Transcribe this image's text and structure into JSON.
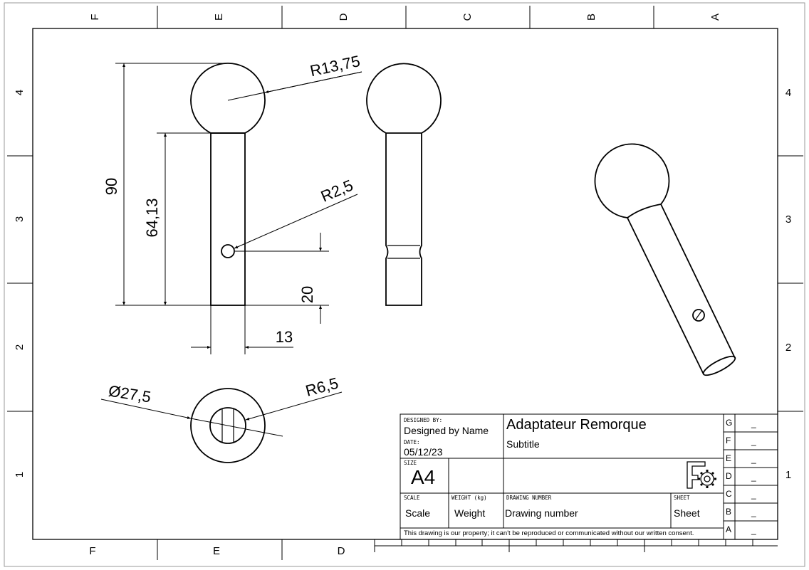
{
  "drawing": {
    "zone_columns": [
      "F",
      "E",
      "D",
      "C",
      "B",
      "A"
    ],
    "zone_columns_bottom": [
      "F",
      "E",
      "D"
    ],
    "zone_rows": [
      "4",
      "3",
      "2",
      "1"
    ],
    "dimensions": {
      "radius_ball": "R13,75",
      "radius_hole": "R2,5",
      "height_total": "90",
      "height_shaft": "64,13",
      "height_hole": "20",
      "width_shaft": "13",
      "diameter_outer": "Ø27,5",
      "radius_inner": "R6,5"
    }
  },
  "title_block": {
    "designed_by_label": "DESIGNED BY:",
    "designed_by_value": "Designed by Name",
    "date_label": "DATE:",
    "date_value": "05/12/23",
    "size_label": "SIZE",
    "size_value": "A4",
    "title": "Adaptateur Remorque",
    "subtitle": "Subtitle",
    "scale_label": "SCALE",
    "scale_value": "Scale",
    "weight_label": "WEIGHT (kg)",
    "weight_value": "Weight",
    "drawing_number_label": "DRAWING NUMBER",
    "drawing_number_value": "Drawing number",
    "sheet_label": "SHEET",
    "sheet_value": "Sheet",
    "footer": "This drawing is our property; it can't be reproduced or communicated without our written consent.",
    "revisions": [
      {
        "letter": "G",
        "value": "_"
      },
      {
        "letter": "F",
        "value": "_"
      },
      {
        "letter": "E",
        "value": "_"
      },
      {
        "letter": "D",
        "value": "_"
      },
      {
        "letter": "C",
        "value": "_"
      },
      {
        "letter": "B",
        "value": "_"
      },
      {
        "letter": "A",
        "value": "_"
      }
    ]
  }
}
